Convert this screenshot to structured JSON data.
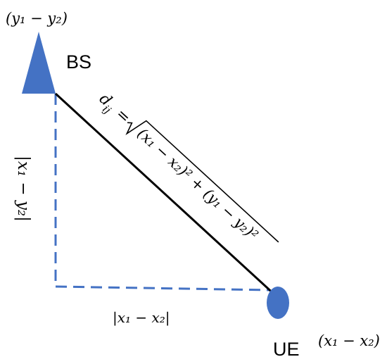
{
  "colors": {
    "shape_fill": "#4472c4",
    "dashed_line": "#4472c4",
    "solid_line": "#000000",
    "text": "#000000"
  },
  "shapes": {
    "bs_marker": "triangle",
    "ue_marker": "ellipse"
  },
  "labels": {
    "bs_name": "BS",
    "ue_name": "UE",
    "bs_coord": "(y₁ − y₂)",
    "ue_coord": "(x₁ − x₂)",
    "horizontal_distance": "|x₁ − x₂|",
    "vertical_distance": "|x₁ − y₂|",
    "distance_lhs": "d",
    "distance_subscript": "ij",
    "distance_equals": "=",
    "distance_radicand": "(x₁ − x₂)² + (y₁ − y₂)²"
  }
}
